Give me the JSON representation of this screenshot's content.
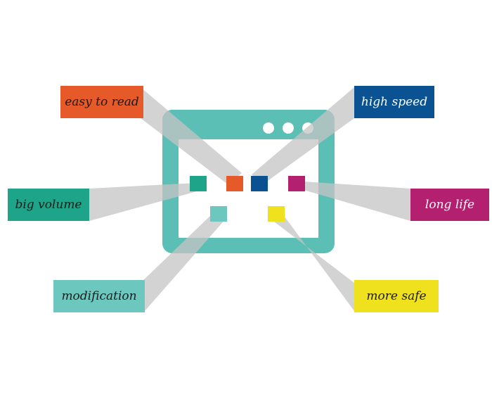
{
  "colors": {
    "window": "#5bbfb5",
    "connector": "#c4c4c4",
    "dots": "#ffffff"
  },
  "features": [
    {
      "id": "easy",
      "text": "easy to read",
      "color": "#e55a28",
      "text_color": "#1a1a1a"
    },
    {
      "id": "high",
      "text": "high speed",
      "color": "#0b5292",
      "text_color": "#ffffff"
    },
    {
      "id": "big",
      "text": "big volume",
      "color": "#1ea489",
      "text_color": "#1a1a1a"
    },
    {
      "id": "long",
      "text": "long life",
      "color": "#b3206f",
      "text_color": "#ffffff"
    },
    {
      "id": "mod",
      "text": "modification",
      "color": "#6cc8bf",
      "text_color": "#1a1a1a"
    },
    {
      "id": "safe",
      "text": "more safe",
      "color": "#f0e11e",
      "text_color": "#1a1a1a"
    }
  ]
}
